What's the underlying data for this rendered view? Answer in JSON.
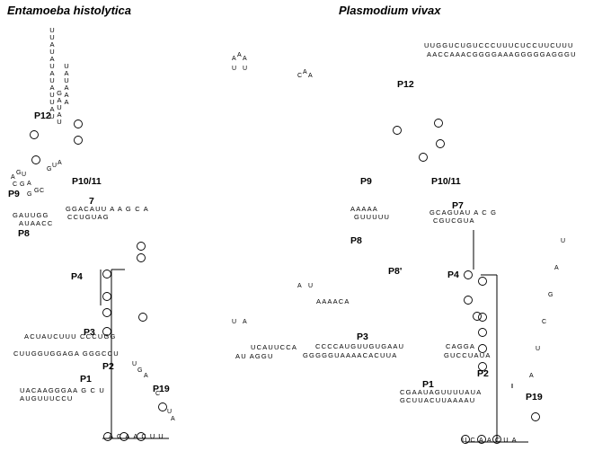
{
  "titles": {
    "left": "Entamoeba histolytica",
    "right": "Plasmodium vivax"
  },
  "left_structure": {
    "organism": "Entamoeba histolytica",
    "labels": {
      "p12": "P12",
      "p10_11": "P10/11",
      "p9": "P9",
      "seven": "7",
      "p8": "P8",
      "p4": "P4",
      "p3": "P3",
      "p2": "P2",
      "p1": "P1",
      "p19": "P19"
    },
    "sequences": {
      "p12_loop": "UUAUAUAUAUUAU",
      "p12_left": "GAUAU",
      "p12_right": "UAUAAA",
      "p7_row": "GGACAUU A A G C A",
      "p8_top": "GAUUGG",
      "p8_bot": "AUAACC",
      "p7_bot": "CCUGUAG",
      "p3_top": "ACUAUCUUU CCCUGG",
      "p3_bot": "CUUGGUGGAGA GGGCCU",
      "p1_top": "UACAAGGGAA G C U",
      "p1_bot": "AUGUUUCCU",
      "bottom_row": "ACAACUU"
    }
  },
  "right_structure": {
    "organism": "Plasmodium vivax",
    "labels": {
      "p12": "P12",
      "p10_11": "P10/11",
      "p9": "P9",
      "p7": "P7",
      "p8": "P8",
      "p8prime": "P8'",
      "p4": "P4",
      "p3": "P3",
      "p2": "P2",
      "p1": "P1",
      "p19": "P19"
    },
    "sequences": {
      "top_row": "UUGGUCUGUCCCUUUCUCCUUCUUU",
      "top_row2": "AACCAAACGGGGAAAGGGGGAGGGU",
      "p7_row": "GCAGUAU A C G",
      "p7_row2": "CGUCGUA",
      "p3_top": "CCCCAUGUUGUGAAU",
      "p3_bot": "GGGGGUAAAACACUUA",
      "p3_right": "CAGGA",
      "p3_right2": "GUCCUAUA",
      "p1_top": "CGAAUAGUUUUAUA",
      "p1_bot": "GCUUACUUAAAAU",
      "bottom_row": "UCAACUA",
      "ucauucca": "UCAUUCCA",
      "au_aggu": "AU  AGGU",
      "aaaaca": "AAAACA",
      "guuuuu": "GUUUUU",
      "aaaaa": "AAAAA"
    }
  }
}
